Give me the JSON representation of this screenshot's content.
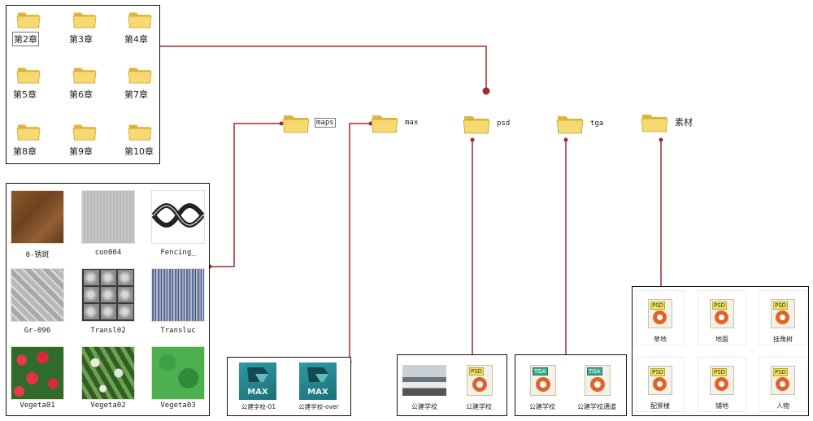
{
  "chapters": [
    "第2章",
    "第3章",
    "第4章",
    "第5章",
    "第6章",
    "第7章",
    "第8章",
    "第9章",
    "第10章"
  ],
  "top_folders": {
    "maps": "maps",
    "max": "max",
    "psd": "psd",
    "tga": "tga",
    "sucai": "素材"
  },
  "textures": [
    "0-锈斑",
    "con004",
    "Fencing_",
    "Gr-096",
    "Transl02",
    "Transluc",
    "Vegeta01",
    "Vegeta02",
    "Vegeta03"
  ],
  "max_files": {
    "badge": "MAX",
    "items": [
      "公建学校-01",
      "公建学校-over"
    ]
  },
  "psd_files": {
    "badge": "PSD",
    "items": [
      "公建学校",
      "公建学校"
    ]
  },
  "tga_files": {
    "badge": "TGA",
    "items": [
      "公建学校",
      "公建学校通道"
    ]
  },
  "material_files": {
    "badge": "PSD",
    "items": [
      "草地",
      "地面",
      "挂角树",
      "配景楼",
      "铺地",
      "人物"
    ]
  },
  "colors": {
    "connector": "#a52828",
    "folder_fill": "#f6d971",
    "folder_dark": "#e0b43c",
    "panel_border": "#111111"
  }
}
